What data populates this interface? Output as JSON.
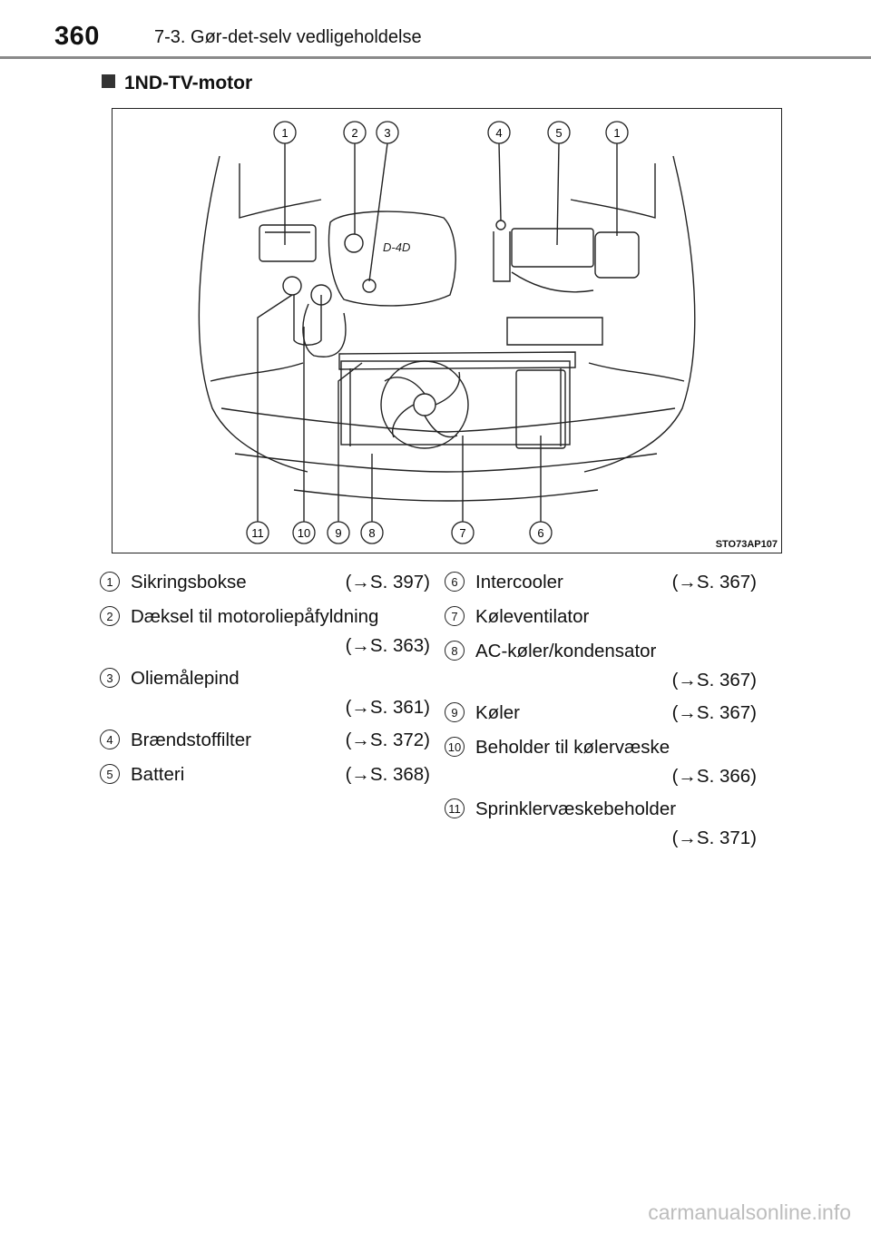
{
  "header": {
    "page_number": "360",
    "chapter": "7-3. Gør-det-selv vedligeholdelse"
  },
  "section": {
    "title": "1ND-TV-motor"
  },
  "figure": {
    "code": "STO73AP107",
    "top_callouts": [
      "1",
      "2",
      "3",
      "4",
      "5",
      "1"
    ],
    "bottom_callouts": [
      "11",
      "10",
      "9",
      "8",
      "7",
      "6"
    ],
    "engine_badge": "D-4D"
  },
  "legend_left": [
    {
      "num": "1",
      "label": "Sikringsbokse",
      "ref": "(→S. 397)"
    },
    {
      "num": "2",
      "label": "Dæksel til motoroliepåfyldning",
      "ref": "(→S. 363)"
    },
    {
      "num": "3",
      "label": "Oliemålepind",
      "ref": "(→S. 361)"
    },
    {
      "num": "4",
      "label": "Brændstoffilter",
      "ref": "(→S. 372)"
    },
    {
      "num": "5",
      "label": "Batteri",
      "ref": "(→S. 368)"
    }
  ],
  "legend_right": [
    {
      "num": "6",
      "label": "Intercooler",
      "ref": "(→S. 367)"
    },
    {
      "num": "7",
      "label": "Køleventilator",
      "ref": ""
    },
    {
      "num": "8",
      "label": "AC-køler/kondensator",
      "ref": "(→S. 367)"
    },
    {
      "num": "9",
      "label": "Køler",
      "ref": "(→S. 367)"
    },
    {
      "num": "10",
      "label": "Beholder til kølervæske",
      "ref": "(→S. 366)"
    },
    {
      "num": "11",
      "label": "Sprinklervæskebeholder",
      "ref": "(→S. 371)"
    }
  ],
  "footer": {
    "watermark": "carmanualsonline.info"
  }
}
